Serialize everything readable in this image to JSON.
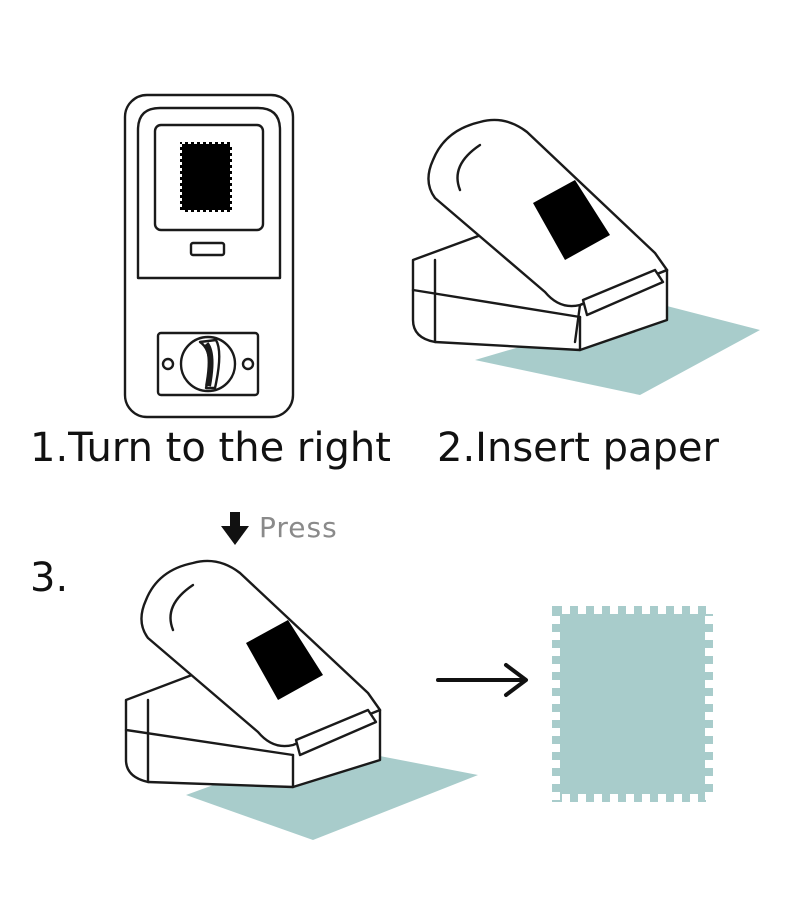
{
  "steps": [
    {
      "label": "1.Turn to the right"
    },
    {
      "label": "2.Insert paper"
    },
    {
      "label": "3."
    }
  ],
  "press_label": "Press",
  "colors": {
    "paper": "#a8cccb",
    "outline": "#1a1a1a",
    "stamp_shape": "#000000",
    "press_text": "#8a8a8a"
  },
  "icons": {
    "press_arrow": "arrow-down",
    "result_arrow": "arrow-right"
  }
}
